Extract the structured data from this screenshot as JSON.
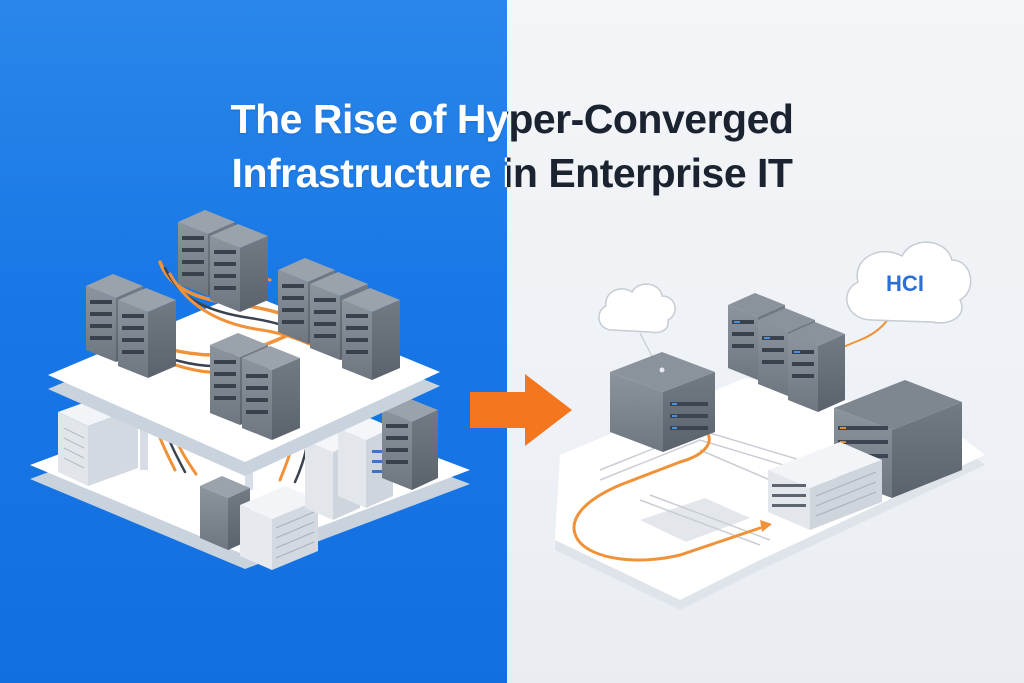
{
  "title": {
    "line1": "The Rise of Hyper-Converged",
    "line2": "Infrastructure in Enterprise IT"
  },
  "hci_cloud": {
    "label": "HCI"
  },
  "colors": {
    "left_background": "#1877e6",
    "right_background": "#eef1f5",
    "arrow": "#f4761f",
    "cable": "#f0923a",
    "server": "#7c8591",
    "platform": "#ffffff"
  }
}
